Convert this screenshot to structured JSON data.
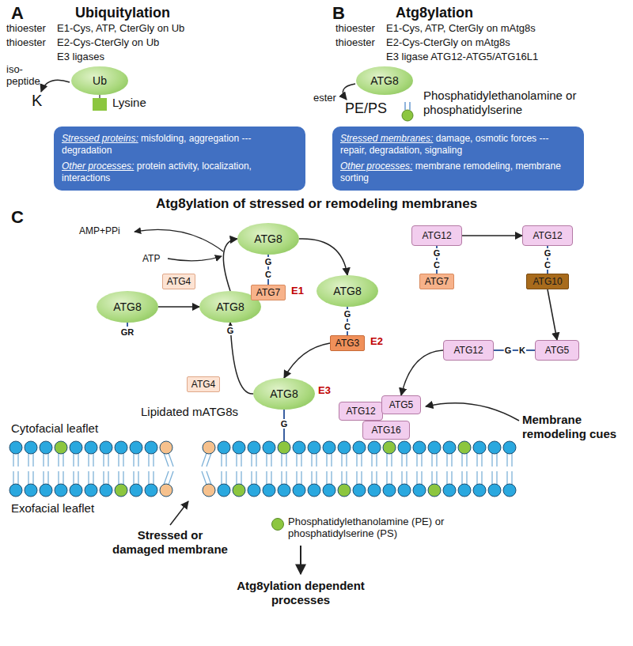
{
  "diagram": {
    "title": "Atg8ylation of stressed or remodeling membranes",
    "nodes": [
      {
        "text": [
          "Ub"
        ]
      },
      {
        "text": [
          "Stressed proteins:",
          "misfolding, aggregation --- degradation",
          "Other processes:",
          "protein activity, localization, interactions"
        ]
      },
      {
        "text": [
          "ATG8"
        ]
      },
      {
        "text": [
          "Stressed membranes:",
          "damage, osmotic forces --- repair, degradation, signaling",
          "Other processes:",
          "membrane remodeling, membrane sorting"
        ]
      },
      {
        "text": [
          "ATG8"
        ]
      },
      {
        "text": [
          "ATG4"
        ]
      },
      {
        "text": [
          "ATG8"
        ]
      },
      {
        "text": [
          "ATG8"
        ]
      },
      {
        "text": [
          "ATG7"
        ]
      },
      {
        "text": [
          "ATG8"
        ]
      },
      {
        "text": [
          "ATG3"
        ]
      },
      {
        "text": [
          "ATG8"
        ]
      },
      {
        "text": [
          "ATG4"
        ]
      },
      {
        "text": [
          "ATG12"
        ]
      },
      {
        "text": [
          "ATG7"
        ]
      },
      {
        "text": [
          "ATG12"
        ]
      },
      {
        "text": [
          "ATG10"
        ]
      },
      {
        "text": [
          "ATG12"
        ]
      },
      {
        "text": [
          "ATG5"
        ]
      },
      {
        "text": [
          "ATG12"
        ]
      },
      {
        "text": [
          "ATG5"
        ]
      },
      {
        "text": [
          "ATG16"
        ]
      }
    ],
    "edges": [
      {
        "from": 4,
        "to": 6,
        "arrow": "to"
      },
      {
        "from": 6,
        "to": 7,
        "arrow": "to"
      },
      {
        "from": 7,
        "to": 8,
        "arrow": "none"
      },
      {
        "from": 7,
        "to": 9,
        "arrow": "to"
      },
      {
        "from": 9,
        "to": 10,
        "arrow": "none"
      },
      {
        "from": 10,
        "to": 11,
        "arrow": "to"
      },
      {
        "from": 11,
        "to": 6,
        "arrow": "to"
      },
      {
        "from": 13,
        "to": 14,
        "arrow": "none"
      },
      {
        "from": 13,
        "to": 15,
        "arrow": "to"
      },
      {
        "from": 15,
        "to": 16,
        "arrow": "none"
      },
      {
        "from": 16,
        "to": 18,
        "arrow": "to"
      },
      {
        "from": 17,
        "to": 18,
        "arrow": "none"
      },
      {
        "from": 17,
        "to": 20,
        "arrow": "to"
      }
    ],
    "labels": [
      "A",
      "Ubiquitylation",
      "thioester",
      "E1-Cys, ATP, CterGly on Ub",
      "thioester",
      "E2-Cys-CterGly on Ub",
      "E3 ligases",
      "iso-peptide",
      "K",
      "Lysine",
      "B",
      "Atg8ylation",
      "thioester",
      "E1-Cys, ATP, CterGly on mAtg8s",
      "thioester",
      "E2-Cys-CterGly on mAtg8s",
      "E3 ligase ATG12-ATG5/ATG16L1",
      "ester",
      "PE/PS",
      "Phosphatidylethanolamine or phosphatidylserine",
      "C",
      "AMP+PPi",
      "ATP",
      "GR",
      "G",
      "G",
      "C",
      "E1",
      "G",
      "C",
      "E2",
      "G",
      "E3",
      "Lipidated mATG8s",
      "G",
      "C",
      "G",
      "C",
      "G",
      "K",
      "Cytofacial leaflet",
      "Exofacial leaflet",
      "Membrane remodeling cues",
      "Stressed or damaged membrane",
      "Atg8ylation dependent processes"
    ],
    "legend": [
      {
        "text": "Phosphatidylethanolamine (PE) or phosphatidylserine (PS)",
        "color": "#8cc63f"
      }
    ]
  }
}
